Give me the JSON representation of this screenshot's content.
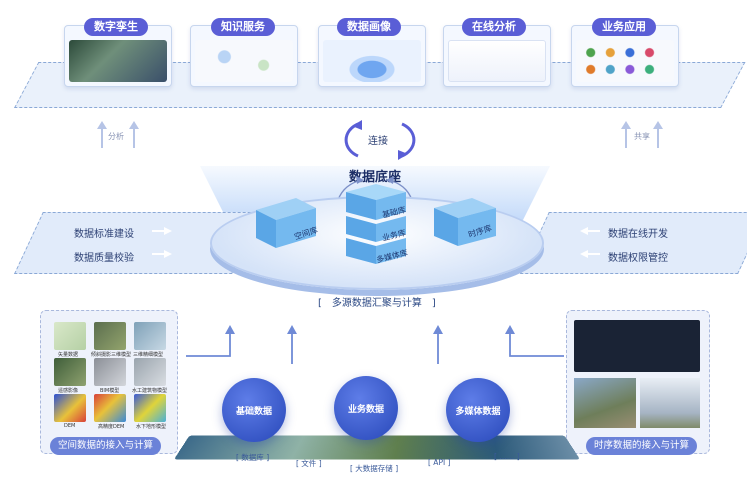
{
  "top_apps": [
    {
      "label": "数字孪生",
      "icon": "digital-twin-icon"
    },
    {
      "label": "知识服务",
      "icon": "knowledge-graph-icon"
    },
    {
      "label": "数据画像",
      "icon": "data-portrait-icon"
    },
    {
      "label": "在线分析",
      "icon": "dashboard-icon"
    },
    {
      "label": "业务应用",
      "icon": "app-grid-icon"
    }
  ],
  "side_arrows": {
    "left": "分析",
    "right": "共享"
  },
  "connect_label": "连接",
  "core_title": "数据底座",
  "cubes": {
    "spatial": "空间库",
    "base": "基础库",
    "business": "业务库",
    "multimedia": "多媒体库",
    "temporal": "时序库"
  },
  "left_band": [
    "数据标准建设",
    "数据质量校验"
  ],
  "right_band": [
    "数据在线开发",
    "数据权限管控"
  ],
  "aggregate_label": "[　多源数据汇聚与计算　]",
  "bottom_circles": [
    "基础数据",
    "业务数据",
    "多媒体数据"
  ],
  "left_panel": {
    "label": "空间数据的接入与计算",
    "tiles": [
      "矢量数据",
      "倾斜摄影三维模型",
      "三维精细模型",
      "遥感影像",
      "BIM模型",
      "水工建筑物模型",
      "DEM",
      "高精度DEM",
      "水下地形模型"
    ]
  },
  "right_panel": {
    "label": "时序数据的接入与计算"
  },
  "storage_tags": [
    "[ 数据库 ]",
    "[ 文件 ]",
    "[ 大数据存储 ]",
    "[ API ]",
    "[ …… ]"
  ],
  "colors": {
    "accent": "#5a5ed6",
    "deep_blue": "#2747b8",
    "band": "#e1ebfa"
  }
}
